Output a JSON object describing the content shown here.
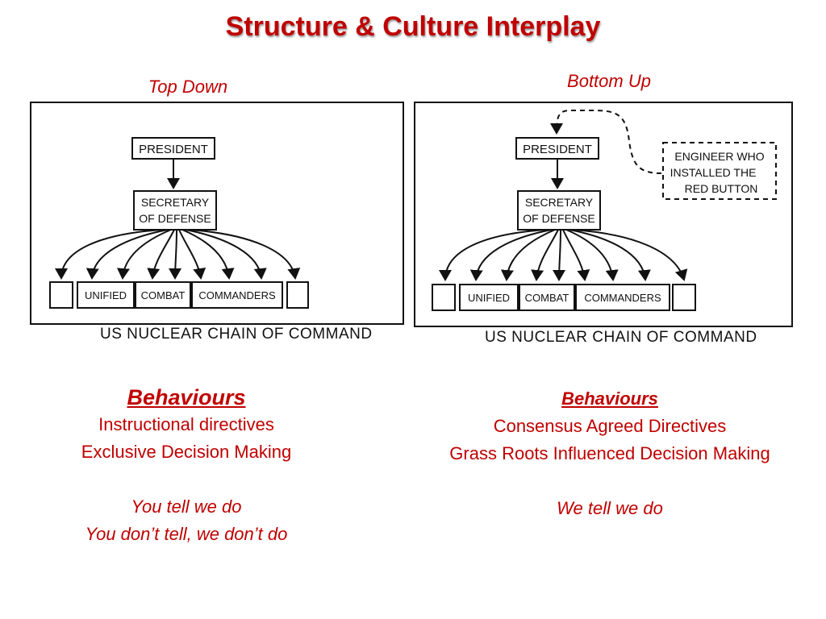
{
  "slide": {
    "title": "Structure & Culture Interplay",
    "left": {
      "heading": "Top Down",
      "diagram": {
        "top_box": "PRESIDENT",
        "mid_box_line1": "SECRETARY",
        "mid_box_line2": "OF DEFENSE",
        "bottom_boxes": [
          "UNIFIED",
          "COMBAT",
          "COMMANDERS"
        ],
        "caption": "US NUCLEAR CHAIN OF COMMAND"
      },
      "behaviours_title": "Behaviours",
      "lines": [
        "Instructional directives",
        "Exclusive Decision Making"
      ],
      "italic_lines": [
        "You tell we do",
        "You don’t tell, we don’t do"
      ]
    },
    "right": {
      "heading": "Bottom Up",
      "diagram": {
        "top_box": "PRESIDENT",
        "mid_box_line1": "SECRETARY",
        "mid_box_line2": "OF DEFENSE",
        "bottom_boxes": [
          "UNIFIED",
          "COMBAT",
          "COMMANDERS"
        ],
        "side_box_lines": [
          "ENGINEER WHO",
          "INSTALLED THE",
          "RED BUTTON"
        ],
        "caption": "US NUCLEAR CHAIN OF COMMAND"
      },
      "behaviours_title": "Behaviours",
      "lines": [
        "Consensus Agreed Directives",
        "Grass Roots Influenced Decision Making"
      ],
      "italic_lines": [
        "We tell we do"
      ]
    }
  },
  "colors": {
    "accent": "#c00000",
    "ink": "#111111"
  }
}
